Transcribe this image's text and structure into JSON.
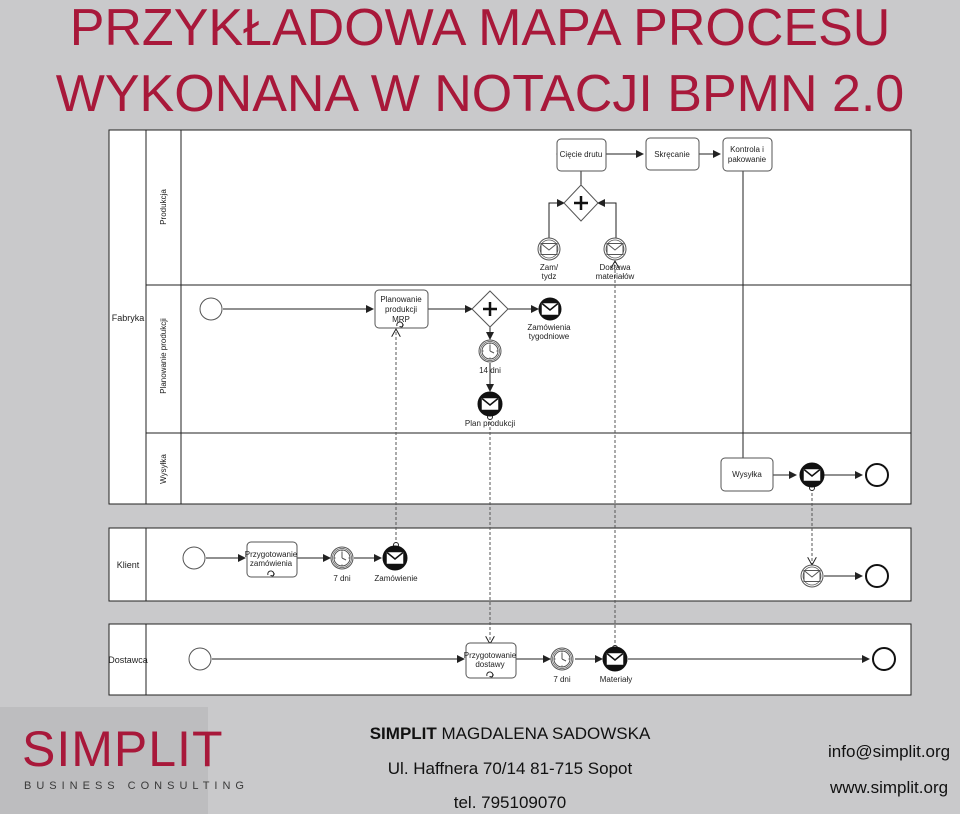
{
  "title": {
    "line1": "PRZYKŁADOWA MAPA PROCESU",
    "line2": "WYKONANA W NOTACJI BPMN 2.0"
  },
  "pools": {
    "fabryka": "Fabryka",
    "klient": "Klient",
    "dostawca": "Dostawca"
  },
  "lanes": {
    "produkcja": "Produkcja",
    "planowanie": "Planowanie produkcji",
    "wysylka": "Wysyłka"
  },
  "tasks": {
    "ciecie": "Cięcie drutu",
    "skrecanie": "Skręcanie",
    "kontrola_1": "Kontrola i",
    "kontrola_2": "pakowanie",
    "planowanie_1": "Planowanie",
    "planowanie_2": "produkcji",
    "planowanie_3": "MRP",
    "wysylka": "Wysyłka",
    "przyg_zam_1": "Przygotowanie",
    "przyg_zam_2": "zamówienia",
    "przyg_dost_1": "Przygotowanie",
    "przyg_dost_2": "dostawy"
  },
  "events": {
    "zam_tydz_1": "Zam/",
    "zam_tydz_2": "tydz",
    "dostawa_mat_1": "Dostawa",
    "dostawa_mat_2": "materiałów",
    "zamowienia_tyg_1": "Zamówienia",
    "zamowienia_tyg_2": "tygodniowe",
    "dni14": "14 dni",
    "plan_produkcji": "Plan produkcji",
    "dni7_klient": "7 dni",
    "zamowienie": "Zamówienie",
    "dni7_dostawca": "7 dni",
    "materialy": "Materiały"
  },
  "footer": {
    "logo": "SIMPLIT",
    "logo_sub": "BUSINESS CONSULTING",
    "company_bold": "SIMPLIT",
    "company_rest": " MAGDALENA SADOWSKA",
    "address": "Ul. Haffnera 70/14 81-715 Sopot",
    "phone": "tel. 795109070",
    "email": "info@simplit.org",
    "website": "www.simplit.org"
  },
  "colors": {
    "title": "#a8183a",
    "background": "#c9c9cb",
    "pool": "#ffffff"
  }
}
